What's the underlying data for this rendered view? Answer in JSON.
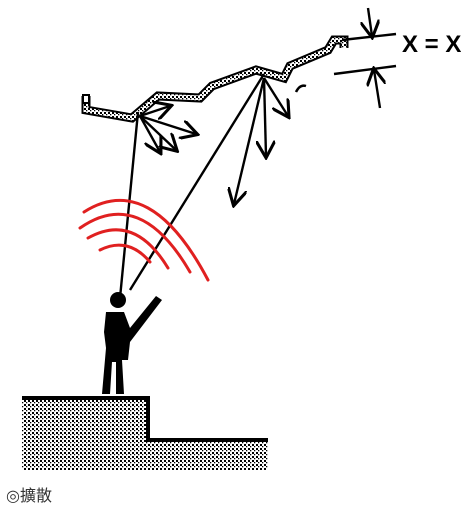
{
  "diagram": {
    "formula_label": "X = X",
    "caption": "◎擴散",
    "colors": {
      "ink": "#000000",
      "waves": "#e02020",
      "surface": "#ffffff"
    },
    "icons": [
      "person-figure",
      "sound-wave-arcs",
      "ceiling-reflector",
      "stage-platform"
    ]
  }
}
